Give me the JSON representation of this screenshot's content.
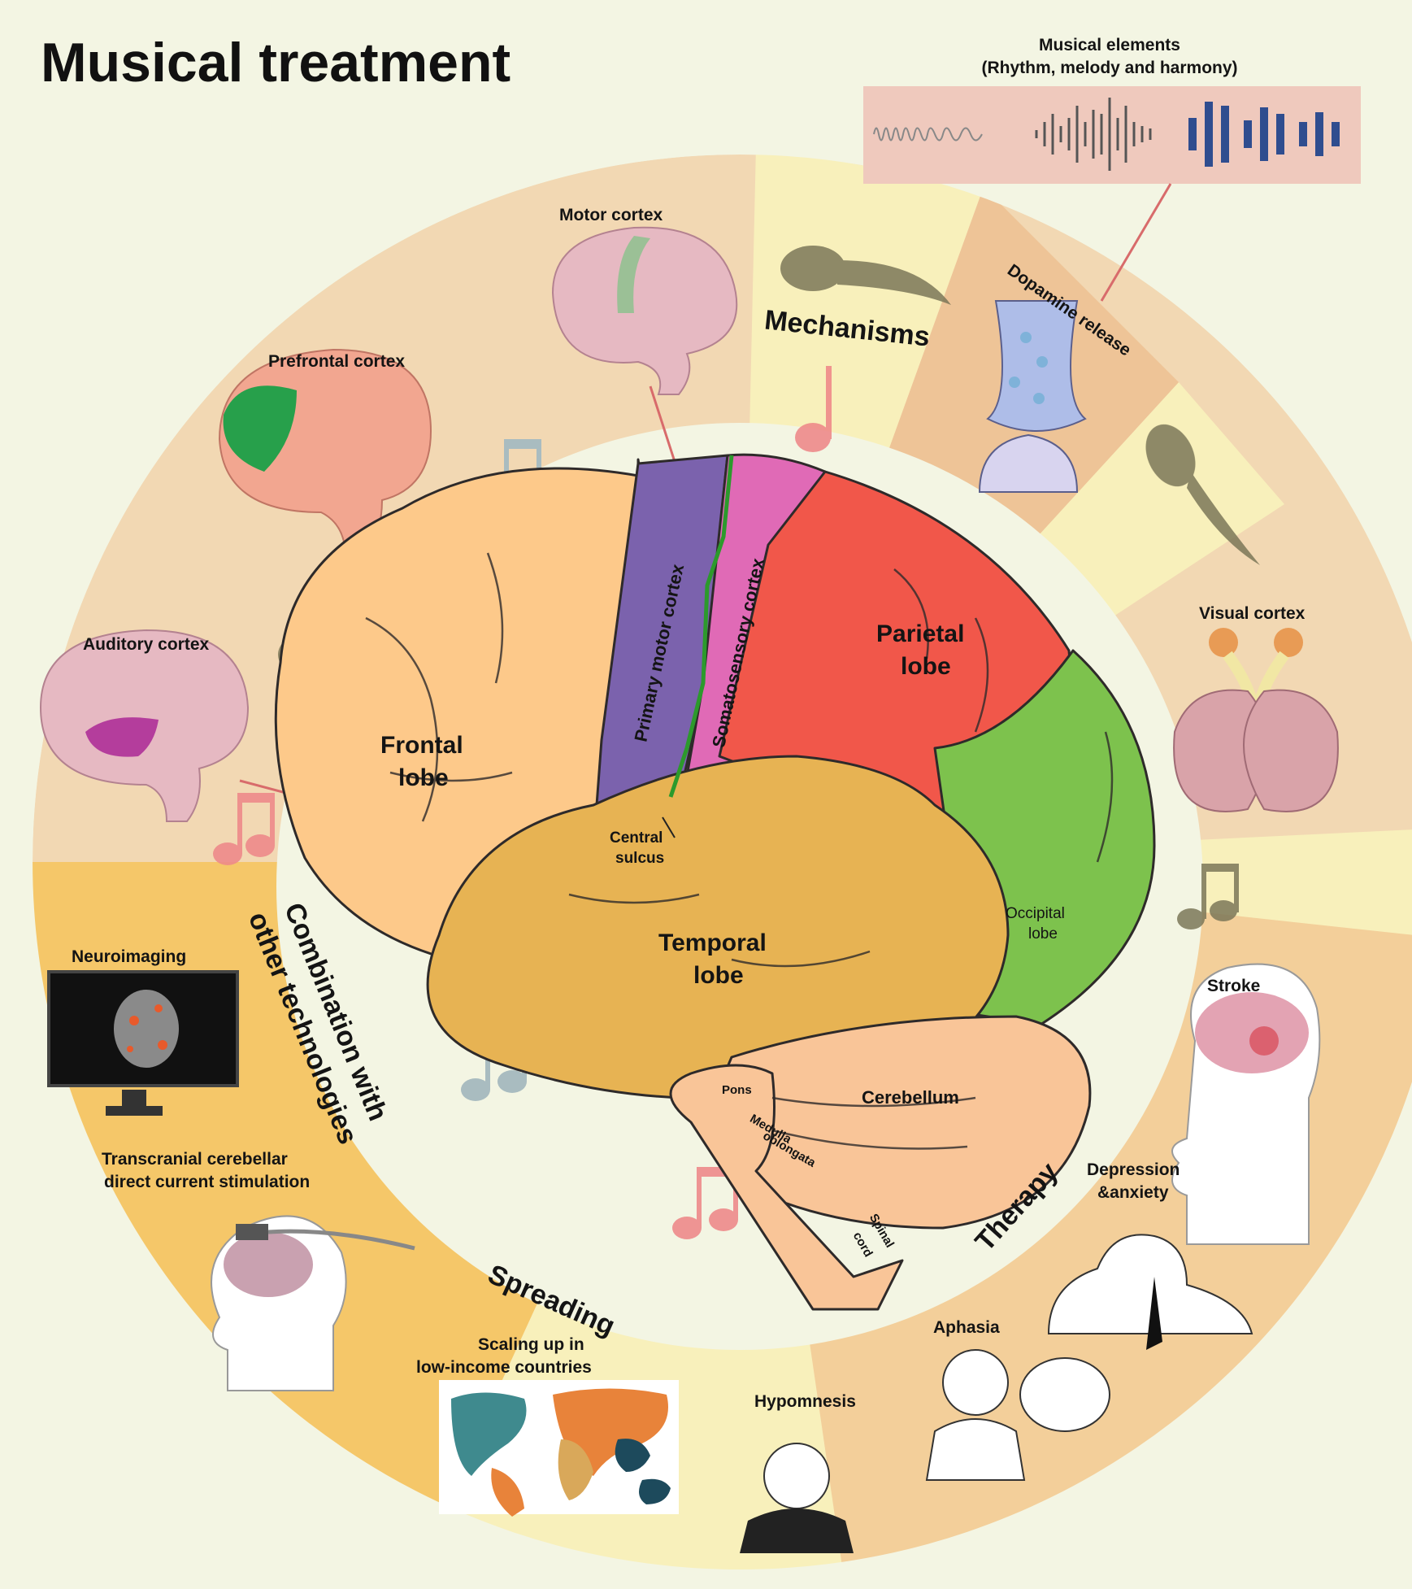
{
  "title": "Musical treatment",
  "musical_elements": {
    "title": "Musical elements",
    "subtitle": "(Rhythm, melody and harmony)"
  },
  "sections": {
    "mechanisms": "Mechanisms",
    "therapy": "Therapy",
    "spreading": "Spreading",
    "combination_line1": "Combination with",
    "combination_line2": "other technologies"
  },
  "mechanisms": {
    "motor_cortex": "Motor cortex",
    "prefrontal_cortex": "Prefrontal cortex",
    "auditory_cortex": "Auditory cortex",
    "dopamine_release": "Dopamine release",
    "visual_cortex": "Visual cortex"
  },
  "brain_regions": {
    "primary_motor_cortex": "Primary motor cortex",
    "somatosensory_cortex": "Somatosensory cortex",
    "parietal_lobe_1": "Parietal",
    "parietal_lobe_2": "lobe",
    "frontal_lobe_1": "Frontal",
    "frontal_lobe_2": "lobe",
    "temporal_lobe_1": "Temporal",
    "temporal_lobe_2": "lobe",
    "occipital_lobe_1": "Occipital",
    "occipital_lobe_2": "lobe",
    "central_sulcus_1": "Central",
    "central_sulcus_2": "sulcus",
    "pons": "Pons",
    "cerebellum": "Cerebellum",
    "medulla_1": "Medulla",
    "medulla_2": "oblongata",
    "spinal_cord_1": "Spinal",
    "spinal_cord_2": "cord"
  },
  "therapy": {
    "stroke": "Stroke",
    "depression_1": "Depression",
    "depression_2": "&anxiety",
    "aphasia": "Aphasia",
    "hypomnesis": "Hypomnesis"
  },
  "spreading": {
    "scaling_1": "Scaling up in",
    "scaling_2": "low-income countries"
  },
  "combination": {
    "neuroimaging": "Neuroimaging",
    "tcdcs_1": "Transcranial cerebellar",
    "tcdcs_2": "direct current stimulation"
  },
  "colors": {
    "frontal": "#fdc98a",
    "motor": "#7b62ad",
    "somatosensory": "#e06ab6",
    "parietal": "#f1574a",
    "temporal": "#e7b353",
    "occipital": "#7dc24d",
    "cerebellum": "#f9c598",
    "ring_mechanisms": "#f2d8b3",
    "ring_therapy": "#f3cf9a",
    "ring_combination": "#f5c769",
    "ring_spreading": "#f8f0bb"
  }
}
